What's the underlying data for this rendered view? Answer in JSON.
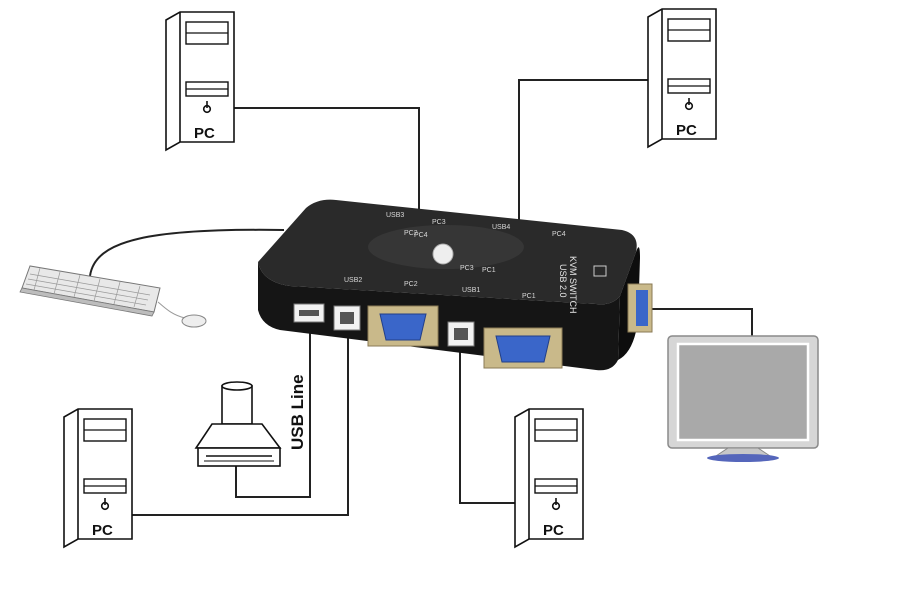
{
  "pcs": [
    {
      "label": "PC"
    },
    {
      "label": "PC"
    },
    {
      "label": "PC"
    },
    {
      "label": "PC"
    }
  ],
  "usb_line_label": "USB Line",
  "kvm": {
    "title": "USB 2.0",
    "subtitle": "KVM SWITCH",
    "port_labels": [
      "USB2",
      "PC2",
      "USB1",
      "PC1"
    ],
    "top_labels": [
      "PC1",
      "PC2",
      "PC3",
      "PC4"
    ],
    "top_port_labels": [
      "USB3",
      "PC3",
      "USB4",
      "PC4"
    ]
  },
  "colors": {
    "wire": "#222222",
    "kvm_body": "#1b1b1b",
    "vga_blue": "#3a66c9",
    "monitor_frame": "#d6d6d6",
    "monitor_screen": "#a9a9a9",
    "monitor_base": "#5566bb"
  },
  "icons": [
    "pc-tower-icon",
    "keyboard-icon",
    "mouse-icon",
    "printer-icon",
    "monitor-icon",
    "kvm-switch-icon"
  ]
}
